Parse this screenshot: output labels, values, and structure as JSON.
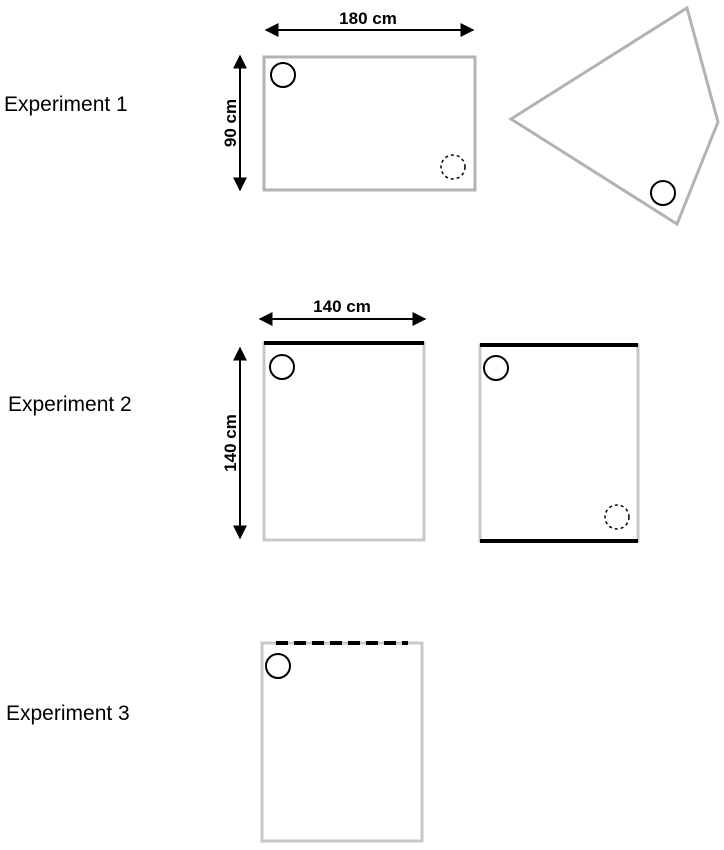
{
  "experiments": [
    {
      "label": "Experiment 1",
      "dim_horizontal": "180 cm",
      "dim_vertical": "90 cm"
    },
    {
      "label": "Experiment 2",
      "dim_horizontal": "140 cm",
      "dim_vertical": "140 cm"
    },
    {
      "label": "Experiment 3"
    }
  ],
  "colors": {
    "arena_outline": "#b3b3b3",
    "wall_black": "#000000",
    "goal_outline": "#000000"
  }
}
